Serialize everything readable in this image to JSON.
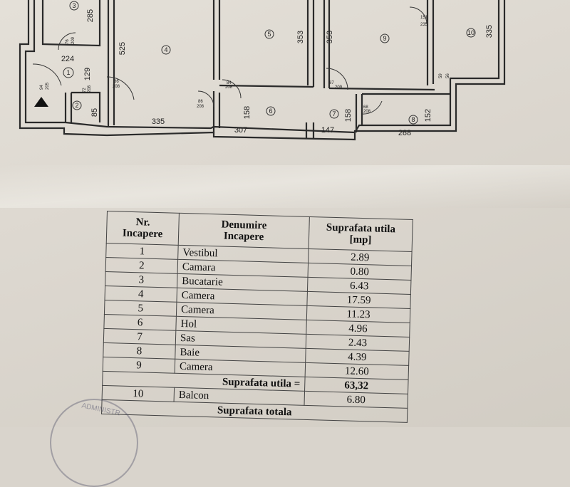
{
  "plan": {
    "dimensions": {
      "d285": "285",
      "d525": "525",
      "d353a": "353",
      "d353b": "353",
      "d335a": "335",
      "d224": "224",
      "d129": "129",
      "d85": "85",
      "d335b": "335",
      "d158a": "158",
      "d307": "307",
      "d147": "147",
      "d158b": "158",
      "d268": "268",
      "d152": "152"
    },
    "room_numbers": [
      "1",
      "2",
      "3",
      "4",
      "5",
      "6",
      "7",
      "8",
      "9",
      "10"
    ],
    "door_labels": {
      "door_76_209": [
        "76",
        "209"
      ],
      "door_94_205": [
        "94",
        "205"
      ],
      "door_86_208a": [
        "86",
        "208"
      ],
      "door_72_208": [
        "72",
        "208"
      ],
      "door_84_208": [
        "84",
        "208"
      ],
      "door_86_208b": [
        "86",
        "208"
      ],
      "door_87_209": [
        "87",
        "209"
      ],
      "door_68_208": [
        "68",
        "208"
      ],
      "door_151_235": [
        "151",
        "235"
      ],
      "door_59_56": [
        "59",
        "56"
      ]
    }
  },
  "table": {
    "headers": {
      "nr": [
        "Nr.",
        "Incapere"
      ],
      "denumire": [
        "Denumire",
        "Incapere"
      ],
      "suprafata": [
        "Suprafata utila",
        "[mp]"
      ]
    },
    "rows": [
      {
        "nr": "1",
        "name": "Vestibul",
        "area": "2.89"
      },
      {
        "nr": "2",
        "name": "Camara",
        "area": "0.80"
      },
      {
        "nr": "3",
        "name": "Bucatarie",
        "area": "6.43"
      },
      {
        "nr": "4",
        "name": "Camera",
        "area": "17.59"
      },
      {
        "nr": "5",
        "name": "Camera",
        "area": "11.23"
      },
      {
        "nr": "6",
        "name": "Hol",
        "area": "4.96"
      },
      {
        "nr": "7",
        "name": "Sas",
        "area": "2.43"
      },
      {
        "nr": "8",
        "name": "Baie",
        "area": "4.39"
      },
      {
        "nr": "9",
        "name": "Camera",
        "area": "12.60"
      }
    ],
    "total_useful": {
      "label": "Suprafata utila =",
      "value": "63,32"
    },
    "balcony": {
      "nr": "10",
      "name": "Balcon",
      "area": "6.80"
    },
    "total_cut": "Suprafata totala"
  },
  "stamp_text": "ADMINISTR"
}
